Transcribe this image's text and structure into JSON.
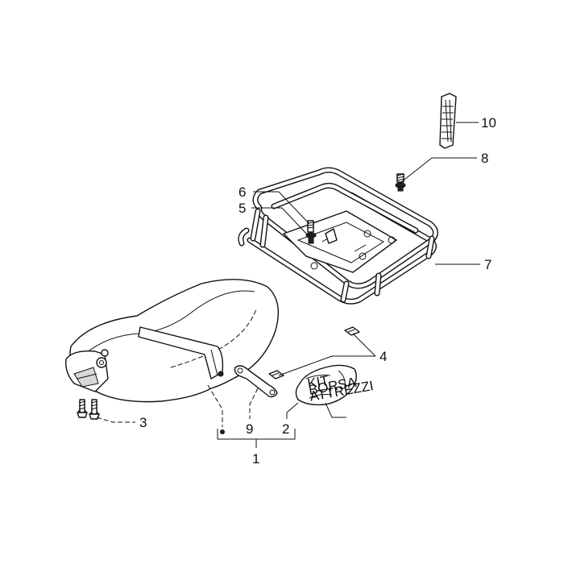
{
  "callouts": {
    "c1": "1",
    "c2": "2",
    "c3": "3",
    "c4": "4",
    "c5": "5",
    "c6": "6",
    "c7": "7",
    "c8": "8",
    "c9": "9",
    "c10": "10"
  },
  "bag_lettering": "KIT\nBORSA\nATTREZZI"
}
